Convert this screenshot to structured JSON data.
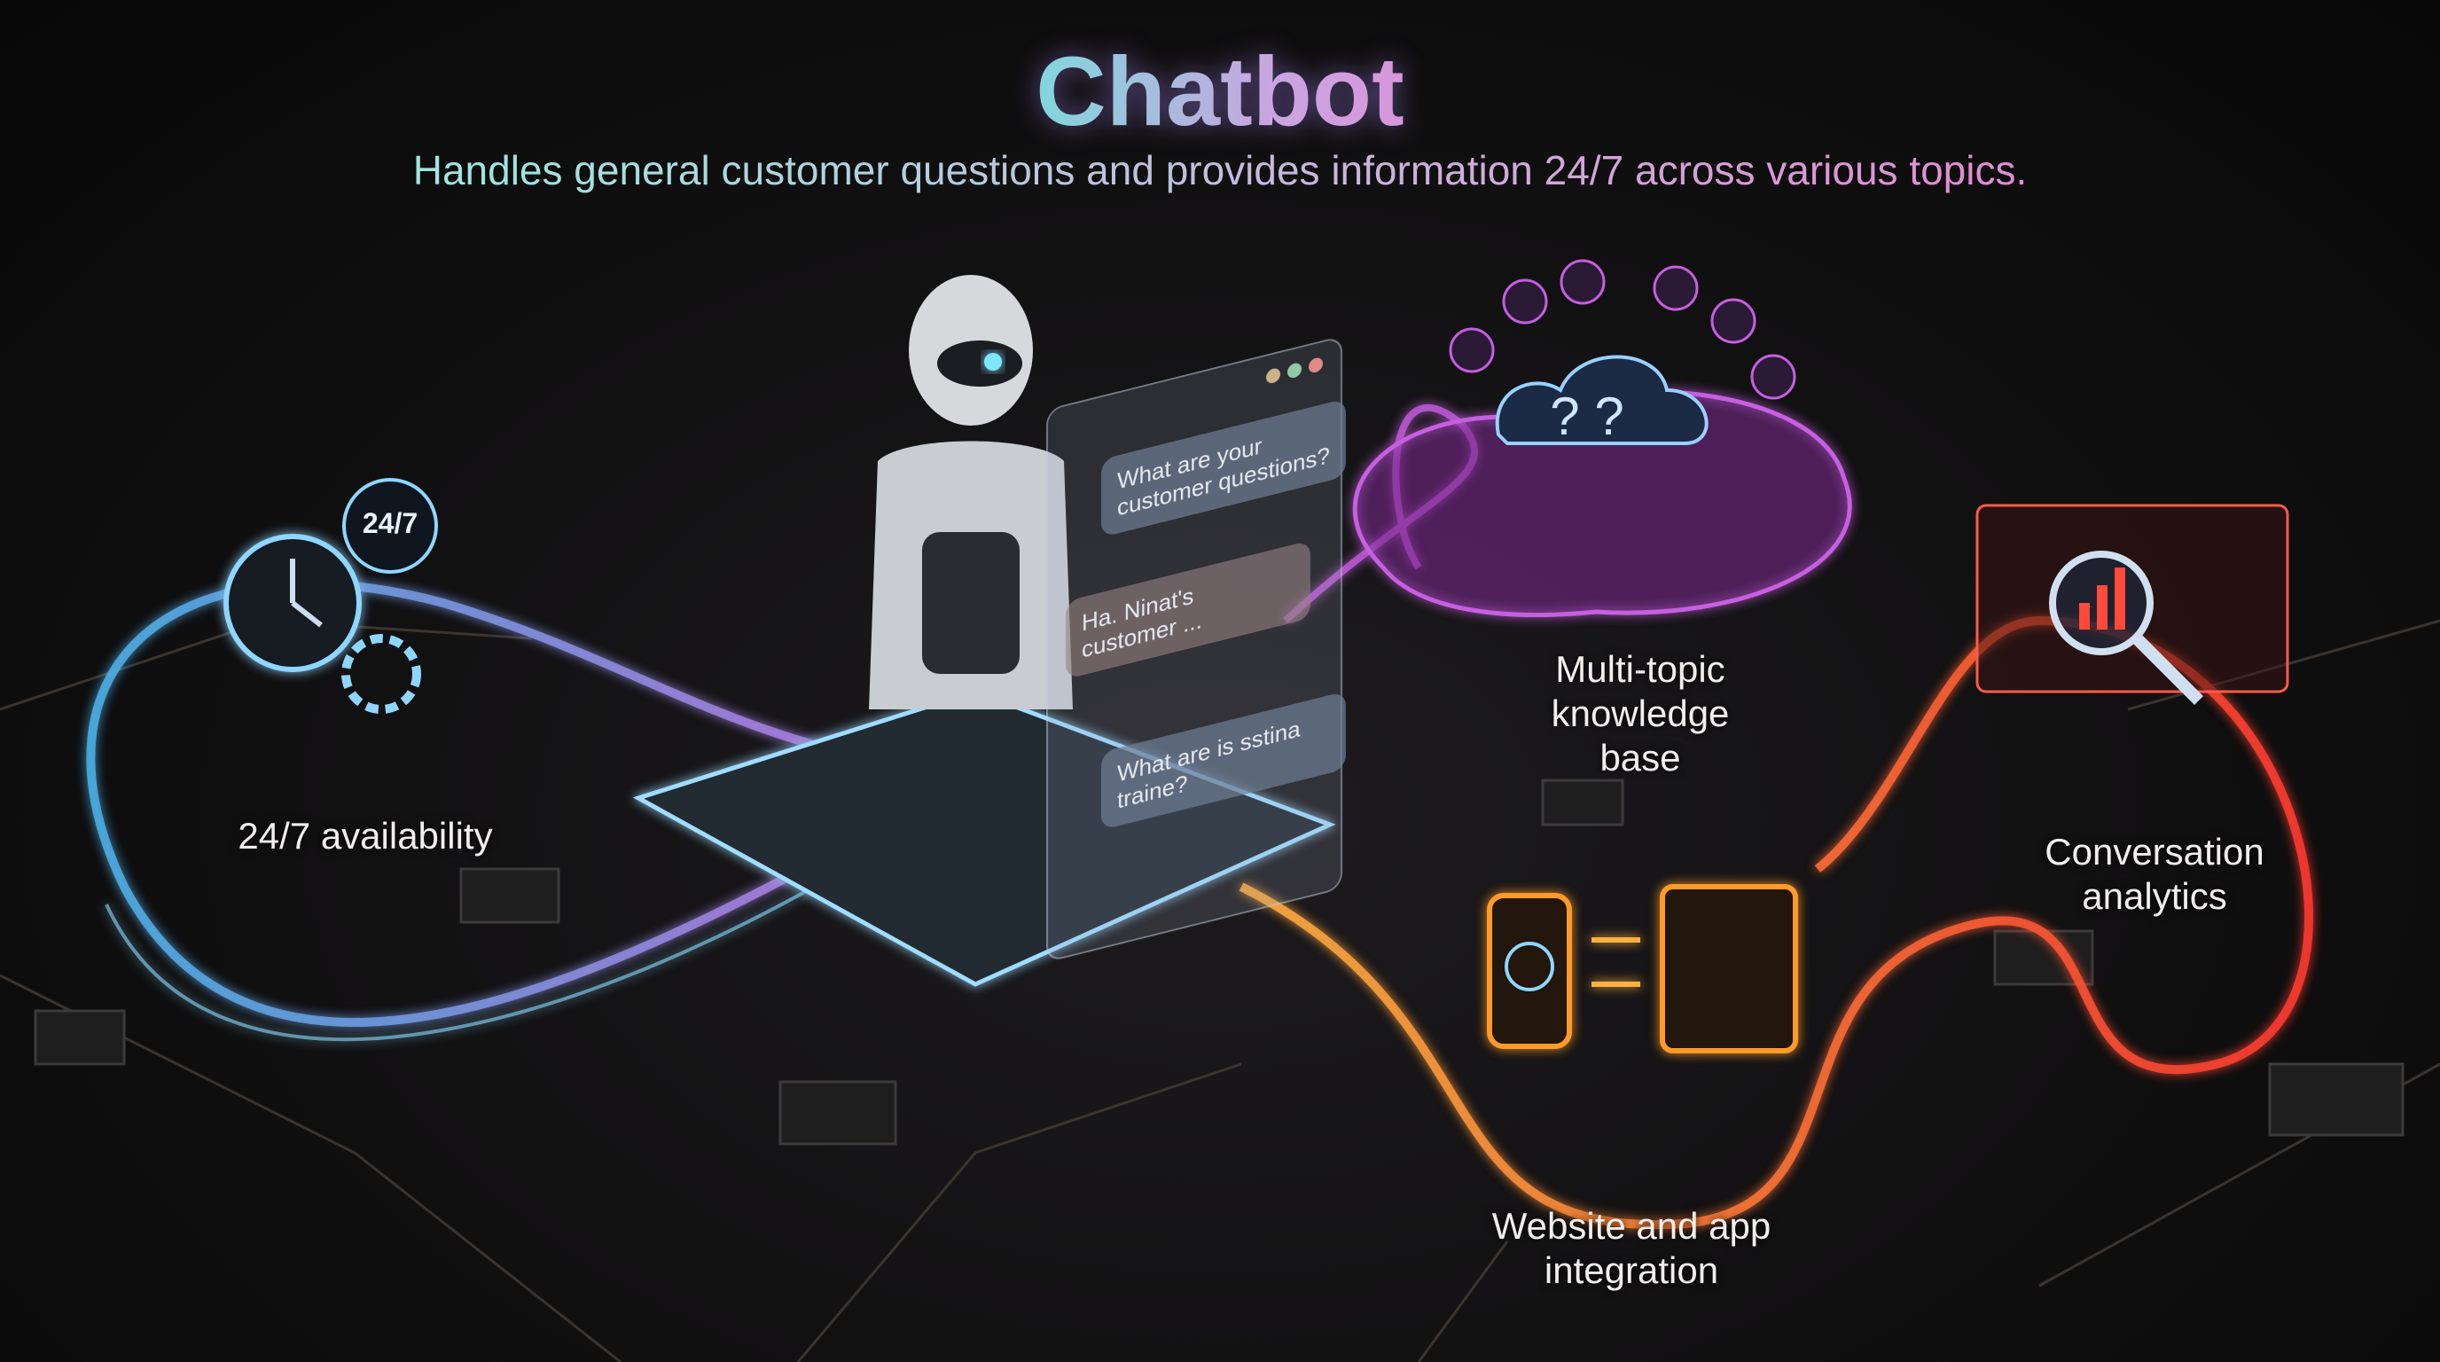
{
  "header": {
    "title": "Chatbot",
    "subtitle": "Handles general customer questions and provides information 24/7 across various topics."
  },
  "features": [
    {
      "label": "24/7 availability",
      "icon": "clock-gears-icon",
      "badge": "24/7",
      "color": "#5ec8f0"
    },
    {
      "label": "Multi-topic knowledge base",
      "icon": "cloud-question-icon",
      "color": "#c65ee0"
    },
    {
      "label": "Conversation analytics",
      "icon": "analytics-magnifier-icon",
      "color": "#ff4a3a"
    },
    {
      "label": "Website and app integration",
      "icon": "phone-tablet-sync-icon",
      "color": "#ff9a2a"
    }
  ],
  "chat": {
    "messages": [
      "What are your customer questions?",
      "Ha. Ninat's customer ...",
      "What are is sstina traine?"
    ]
  },
  "colors": {
    "background": "#0d0c0c",
    "cyan": "#6fe3da",
    "magenta": "#e48ad6"
  }
}
